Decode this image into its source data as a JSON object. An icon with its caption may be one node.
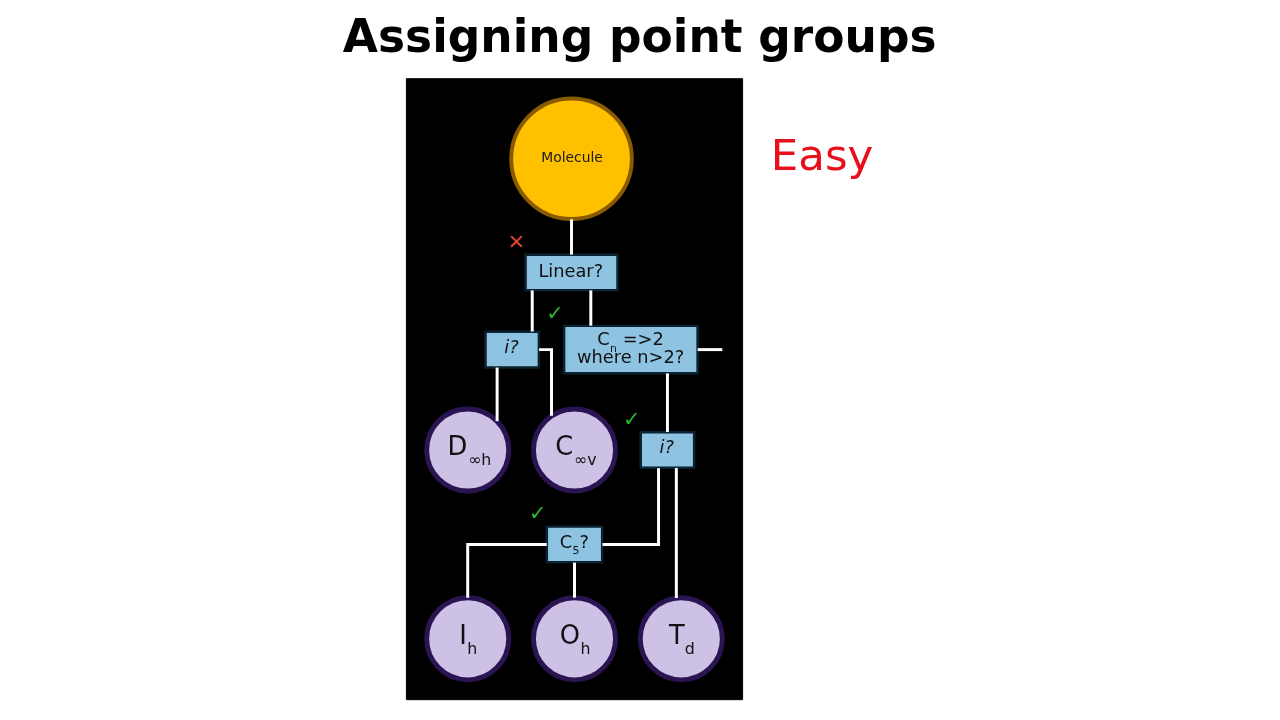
{
  "diagram": {
    "title": "Assigning point groups",
    "nodes": [
      {
        "text": [],
        "shape": "box"
      },
      {
        "text": [
          "Molecule"
        ],
        "in": 0
      },
      {
        "text": [
          "Linear?"
        ],
        "beside": [
          "✕"
        ],
        "in": 0
      },
      {
        "text": [
          "i?"
        ],
        "in": 0
      },
      {
        "text": [
          "D$_{∞h}$"
        ],
        "in": 0
      },
      {
        "text": [
          "C$_{∞v}$"
        ],
        "in": 0
      },
      {
        "text": [
          "C$_{n}$ =>2 where n>2?"
        ],
        "beside": [
          "✓"
        ],
        "in": 0
      },
      {
        "text": [
          "i?"
        ],
        "beside": [
          "✓"
        ],
        "in": 0
      },
      {
        "text": [
          "C$_{5}$?"
        ],
        "beside": [
          "✓"
        ],
        "in": 0
      },
      {
        "text": [
          "I$_{h}$"
        ],
        "in": 0
      },
      {
        "text": [
          "O$_{h}$"
        ],
        "in": 0
      },
      {
        "text": [
          "T$_{d}$"
        ],
        "in": 0
      }
    ],
    "edges": [
      {
        "from": 1,
        "to": 2,
        "arrow": "none"
      },
      {
        "from": 2,
        "to": 3,
        "arrow": "none"
      },
      {
        "from": 2,
        "to": 6,
        "arrow": "none"
      },
      {
        "from": 3,
        "to": 4,
        "arrow": "none"
      },
      {
        "from": 3,
        "to": 5,
        "arrow": "none"
      },
      {
        "from": 6,
        "to": 7,
        "arrow": "none"
      },
      {
        "from": 6,
        "to": null,
        "arrow": "none"
      },
      {
        "from": 7,
        "to": 8,
        "arrow": "none"
      },
      {
        "from": 7,
        "to": 11,
        "arrow": "none"
      },
      {
        "from": 8,
        "to": 9,
        "arrow": "none"
      },
      {
        "from": 8,
        "to": 10,
        "arrow": "none"
      }
    ],
    "labels": [
      "Easy"
    ]
  }
}
